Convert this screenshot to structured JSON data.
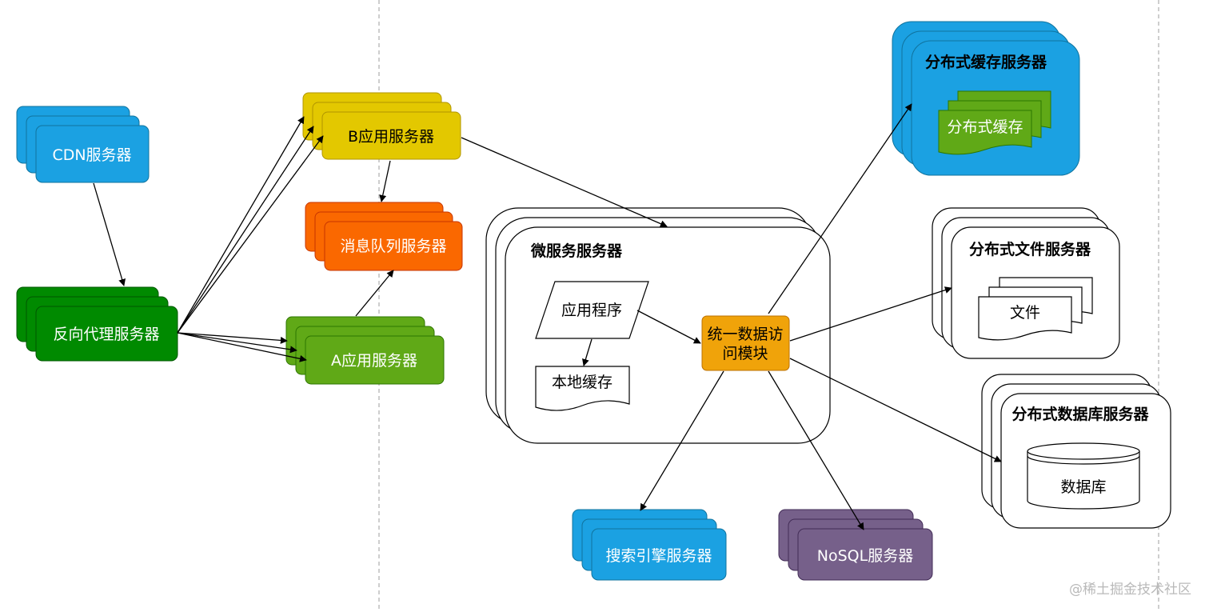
{
  "nodes": {
    "cdn": "CDN服务器",
    "reverse_proxy": "反向代理服务器",
    "b_app": "B应用服务器",
    "mq": "消息队列服务器",
    "a_app": "A应用服务器",
    "microservice": "微服务服务器",
    "app_program": "应用程序",
    "local_cache": "本地缓存",
    "data_access_line1": "统一数据访",
    "data_access_line2": "问模块",
    "dist_cache_server": "分布式缓存服务器",
    "dist_cache": "分布式缓存",
    "dist_file_server": "分布式文件服务器",
    "file": "文件",
    "dist_db_server": "分布式数据库服务器",
    "database": "数据库",
    "search": "搜索引擎服务器",
    "nosql": "NoSQL服务器"
  },
  "watermark": "@稀土掘金技术社区",
  "colors": {
    "blue": "#1ba1e2",
    "green_dark": "#008a00",
    "yellow": "#e3c800",
    "orange": "#fa6800",
    "green_light": "#60a917",
    "amber": "#f0a30a",
    "purple": "#76608a"
  }
}
